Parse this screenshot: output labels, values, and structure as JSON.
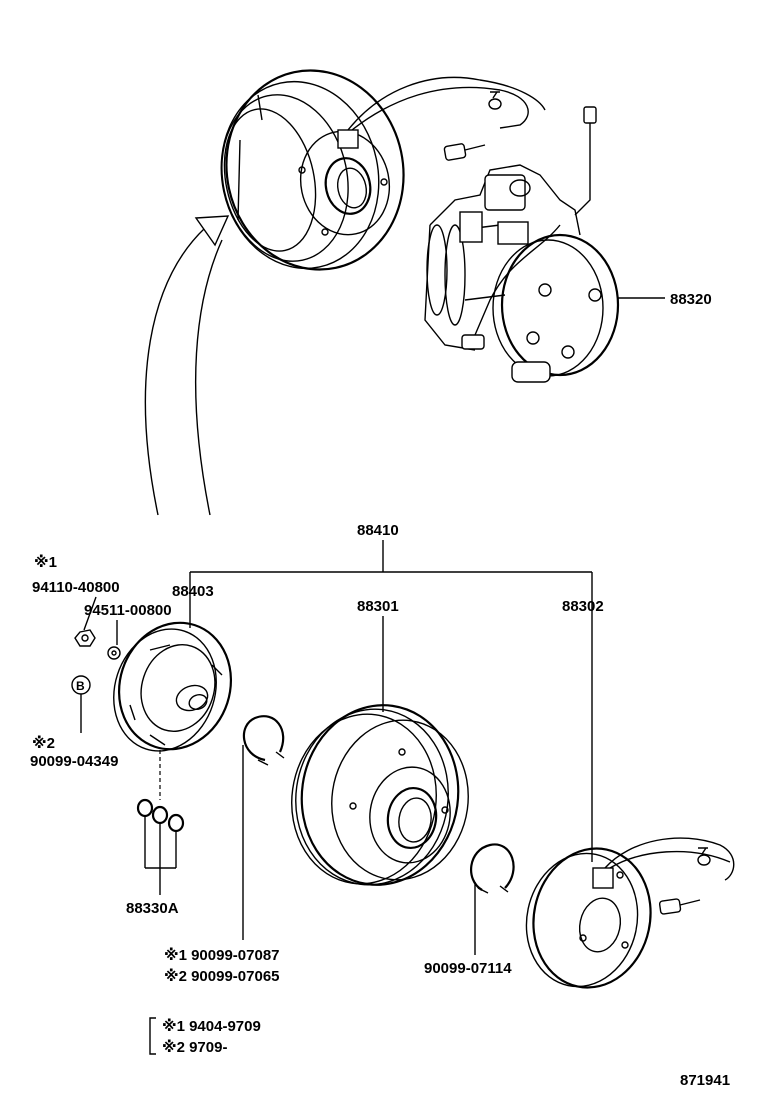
{
  "labels": {
    "compressor": "88320",
    "clutch_assy": "88410",
    "pressure_plate": "88403",
    "pulley": "88301",
    "stator": "88302",
    "nut_note": "※1",
    "nut": "94110-40800",
    "washer": "94511-00800",
    "b_mark": "B",
    "bolt_note": "※2",
    "bolt": "90099-04349",
    "shims": "88330A",
    "snap_ring_1": "※1 90099-07087",
    "snap_ring_2": "※2 90099-07065",
    "snap_ring_stator": "90099-07114",
    "legend_1": "※1 9404-9709",
    "legend_2": "※2 9709-",
    "diagram_no": "871941"
  },
  "colors": {
    "line": "#000000",
    "background": "#ffffff"
  }
}
